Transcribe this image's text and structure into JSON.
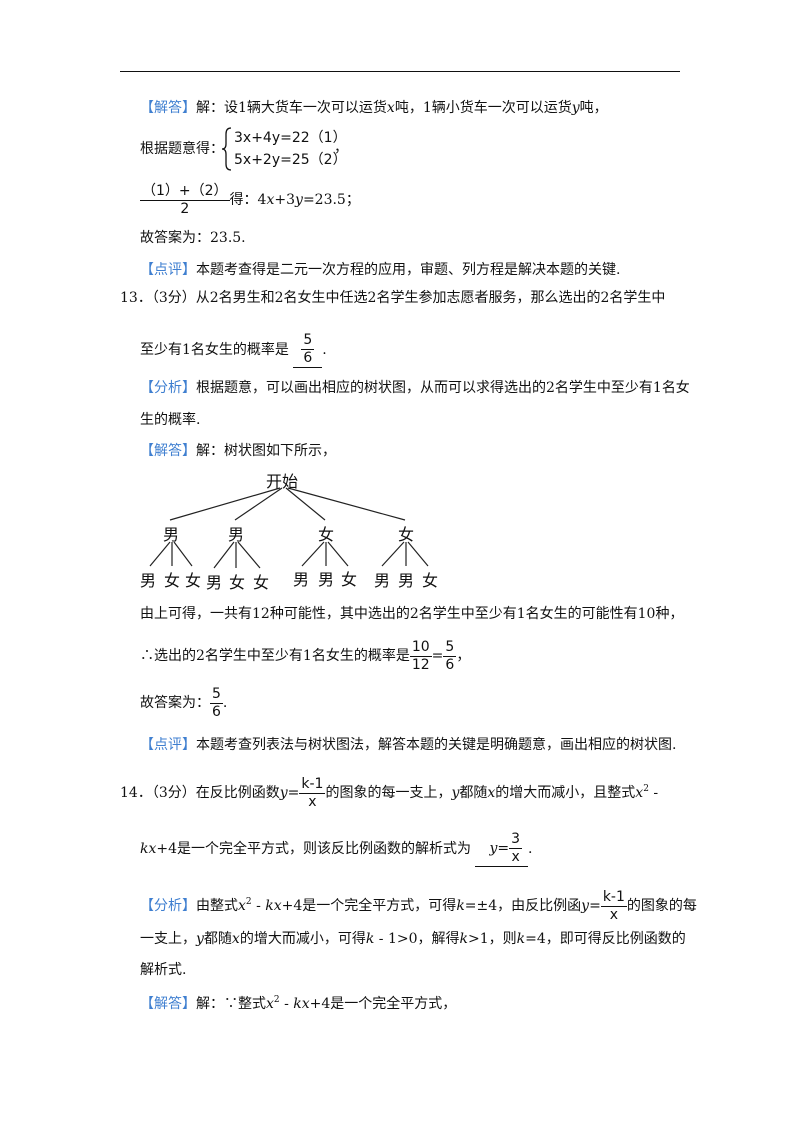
{
  "q12": {
    "answer_tag": "【解答】",
    "answer_intro": "解：设1辆大货车一次可以运货",
    "var_x": "x",
    "mid1": "吨，1辆小货车一次可以运货",
    "var_y": "y",
    "mid2": "吨，",
    "system_prefix": "根据题意得：",
    "eq1": "3x+4y=22（1）",
    "eq2": "5x+2y=25（2）",
    "system_suffix": "，",
    "frac_num": "（1）+（2）",
    "frac_den": "2",
    "derive_text": "得：",
    "derive_eq_a": "4",
    "derive_eq_x": "x",
    "derive_eq_b": "+3",
    "derive_eq_y": "y",
    "derive_eq_c": "=23.5；",
    "conclusion": "故答案为：23.5.",
    "review_tag": "【点评】",
    "review_text": "本题考查得是二元一次方程的应用，审题、列方程是解决本题的关键."
  },
  "q13": {
    "stem_line1": "13．（3分）从2名男生和2名女生中任选2名学生参加志愿者服务，那么选出的2名学生中",
    "stem_line2_a": "至少有1名女生的概率是",
    "ans_num": "5",
    "ans_den": "6",
    "stem_line2_end": ".",
    "analysis_tag": "【分析】",
    "analysis_line1": "根据题意，可以画出相应的树状图，从而可以求得选出的2名学生中至少有1名女",
    "analysis_line2": "生的概率.",
    "answer_tag": "【解答】",
    "answer_intro": "解：树状图如下所示，",
    "tree": {
      "root": "开始",
      "level1": [
        "男",
        "男",
        "女",
        "女"
      ],
      "level2": [
        [
          "男",
          "女",
          "女"
        ],
        [
          "男",
          "女",
          "女"
        ],
        [
          "男",
          "男",
          "女"
        ],
        [
          "男",
          "男",
          "女"
        ]
      ]
    },
    "result_line1": "由上可得，一共有12种可能性，其中选出的2名学生中至少有1名女生的可能性有10种，",
    "result_line2_a": "∴选出的2名学生中至少有1名女生的概率是",
    "frac1_num": "10",
    "frac1_den": "12",
    "equals": "=",
    "frac2_num": "5",
    "frac2_den": "6",
    "result_line2_end": "，",
    "conclusion_a": "故答案为：",
    "concl_num": "5",
    "concl_den": "6",
    "conclusion_end": ".",
    "review_tag": "【点评】",
    "review_text": "本题考查列表法与树状图法，解答本题的关键是明确题意，画出相应的树状图."
  },
  "q14": {
    "stem_a": "14．（3分）在反比例函数",
    "stem_y": "y",
    "stem_eq": "=",
    "func_num": "k-1",
    "func_den": "x",
    "stem_b": "的图象的每一支上，",
    "stem_y2": "y",
    "stem_c": "都随",
    "stem_x": "x",
    "stem_d": "的增大而减小，且整式",
    "stem_x2": "x",
    "stem_sup": "2",
    "stem_e": " -",
    "line2_kx": "kx",
    "line2_a": "+4是一个完全平方式，则该反比例函数的解析式为",
    "ans_y": "y=",
    "ans_num": "3",
    "ans_den": "x",
    "line2_end": ".",
    "analysis_tag": "【分析】",
    "an1_a": "由整式",
    "an1_x": "x",
    "an1_sup": "2",
    "an1_b": " - ",
    "an1_kx": "kx",
    "an1_c": "+4是一个完全平方式，可得",
    "an1_k": "k",
    "an1_d": "=±4，由反比例函",
    "an1_y": "y",
    "an1_eq": "=",
    "an1_num": "k-1",
    "an1_den": "x",
    "an1_e": "的图象的每",
    "an2_a": "一支上，",
    "an2_y": "y",
    "an2_b": "都随",
    "an2_x": "x",
    "an2_c": "的增大而减小，可得",
    "an2_k": "k",
    "an2_d": " - 1>0，解得",
    "an2_k2": "k",
    "an2_e": ">1，则",
    "an2_k3": "k",
    "an2_f": "=4，即可得反比例函数的",
    "an3": "解析式.",
    "answer_tag": "【解答】",
    "ans_a": "解：∵整式",
    "ans_x": "x",
    "ans_sup": "2",
    "ans_b": " - ",
    "ans_kx": "kx",
    "ans_c": "+4是一个完全平方式，"
  }
}
